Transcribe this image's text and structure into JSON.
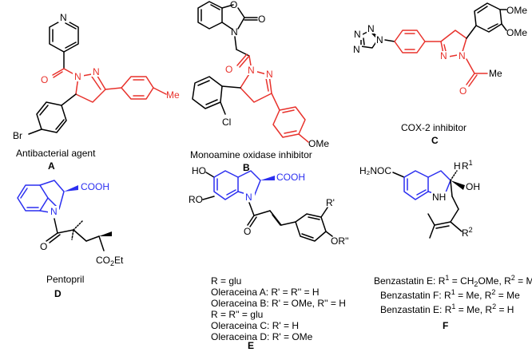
{
  "colors": {
    "red": "#e8322c",
    "blue": "#2b2ff0",
    "black": "#000000"
  },
  "compounds": {
    "A": {
      "caption": "Antibacterial agent",
      "letter": "A",
      "labels": {
        "br": "Br",
        "me": "Me",
        "n1": "N",
        "n2": "N",
        "n_pyr": "N",
        "o": "O"
      }
    },
    "B": {
      "caption": "Monoamine oxidase inhibitor",
      "letter": "B",
      "labels": {
        "o1": "O",
        "o2": "O",
        "n_box": "N",
        "o_co": "O",
        "n1": "N",
        "n2": "N",
        "cl": "Cl",
        "ome": "OMe"
      }
    },
    "C": {
      "caption": "COX-2 inhibitor",
      "letter": "C",
      "labels": {
        "ome1": "OMe",
        "ome2": "OMe",
        "n1": "N",
        "n2": "N",
        "o": "O",
        "me": "Me",
        "tz1": "N",
        "tz2": "N",
        "tz3": "N",
        "tz4": "N"
      }
    },
    "D": {
      "caption": "Pentopril",
      "letter": "D",
      "labels": {
        "cooh": "COOH",
        "n": "N",
        "o": "O",
        "co2et_pre": "CO",
        "co2et_sub": "2",
        "co2et_post": "Et"
      }
    },
    "E": {
      "letter": "E",
      "labels": {
        "ho": "HO",
        "ro": "RO",
        "cooh": "COOH",
        "n": "N",
        "o": "O",
        "r1": "R'",
        "or2": "OR''"
      },
      "legend": [
        "R = glu",
        "Oleraceina A: R' = R'' = H",
        "Oleraceina B: R' = OMe, R'' = H",
        "R = R'' = glu",
        "Oleraceina C: R' = H",
        "Oleraceina D: R' = OMe"
      ]
    },
    "F": {
      "letter": "F",
      "labels": {
        "h2noc": "H₂NOC",
        "h": "H",
        "r1": "R",
        "r1_sup": "1",
        "oh": "OH",
        "nh": "NH",
        "r2": "R",
        "r2_sup": "2"
      },
      "legend": [
        {
          "pre": "Benzastatin E: R",
          "s1": "1",
          "mid": " = CH",
          "sub": "2",
          "mid2": "OMe, R",
          "s2": "2",
          "post": " = Me"
        },
        {
          "pre": "Benzastatin F: R",
          "s1": "1",
          "mid": " = Me, R",
          "sub": "",
          "mid2": "",
          "s2": "2",
          "post": " = Me"
        },
        {
          "pre": "Benzastatin E: R",
          "s1": "1",
          "mid": " = Me, R",
          "sub": "",
          "mid2": "",
          "s2": "2",
          "post": " = H"
        }
      ]
    }
  }
}
